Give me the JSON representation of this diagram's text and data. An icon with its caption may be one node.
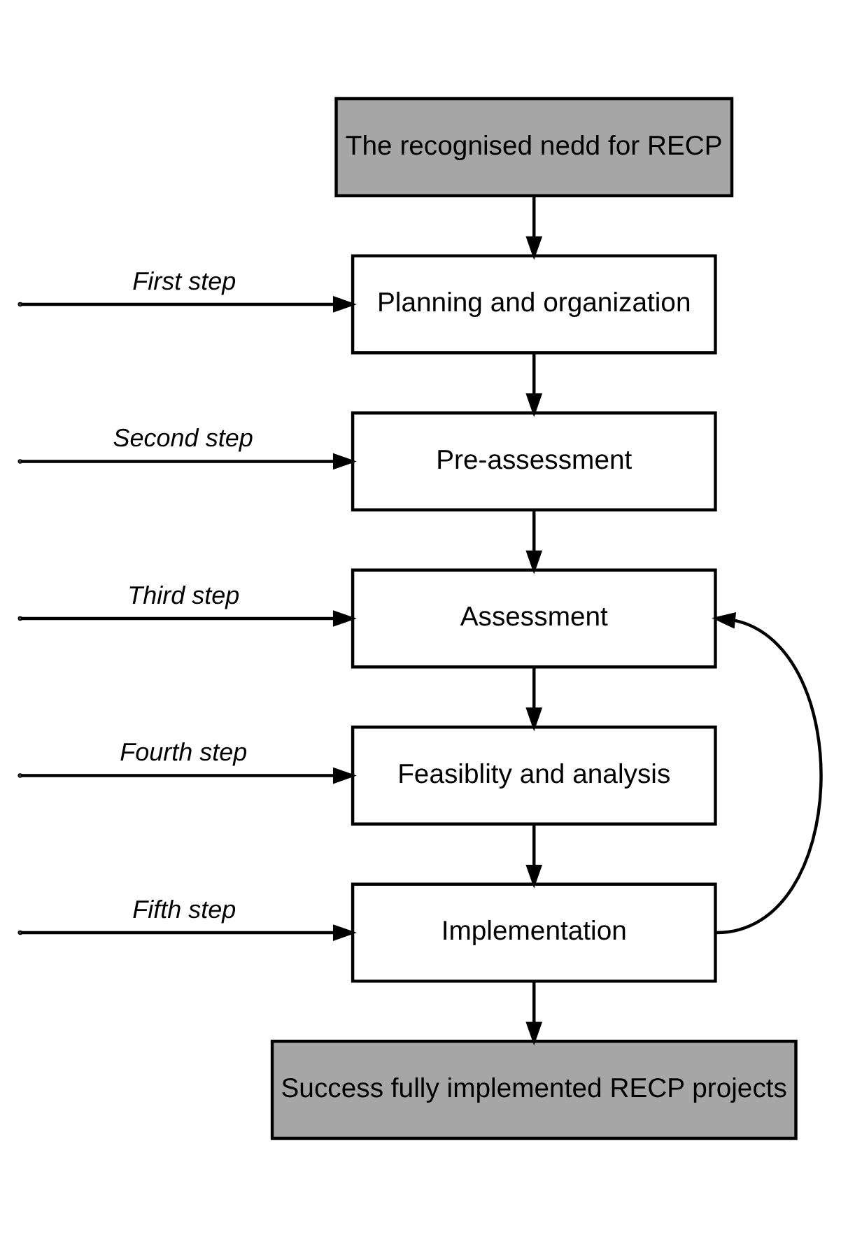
{
  "diagram": {
    "nodes": [
      {
        "text": [
          "The recognised nedd for RECP"
        ]
      },
      {
        "text": [
          "Planning and organization"
        ]
      },
      {
        "text": [
          "Pre-assessment"
        ]
      },
      {
        "text": [
          "Assessment"
        ]
      },
      {
        "text": [
          "Feasiblity and analysis"
        ]
      },
      {
        "text": [
          "Implementation"
        ]
      },
      {
        "text": [
          "Success fully implemented RECP projects"
        ]
      }
    ],
    "edges": [
      {
        "from": 0,
        "to": 1,
        "arrow": "to"
      },
      {
        "from": null,
        "to": 1,
        "arrow": "to",
        "label": "First step"
      },
      {
        "from": 1,
        "to": 2,
        "arrow": "to"
      },
      {
        "from": null,
        "to": 2,
        "arrow": "to",
        "label": "Second step"
      },
      {
        "from": 2,
        "to": 3,
        "arrow": "to"
      },
      {
        "from": null,
        "to": 3,
        "arrow": "to",
        "label": "Third step"
      },
      {
        "from": 3,
        "to": 4,
        "arrow": "to"
      },
      {
        "from": null,
        "to": 4,
        "arrow": "to",
        "label": "Fourth step"
      },
      {
        "from": 4,
        "to": 5,
        "arrow": "to"
      },
      {
        "from": null,
        "to": 5,
        "arrow": "to",
        "label": "Fifth step"
      },
      {
        "from": 5,
        "to": 3,
        "arrow": "to"
      },
      {
        "from": 5,
        "to": 6,
        "arrow": "to"
      }
    ]
  }
}
